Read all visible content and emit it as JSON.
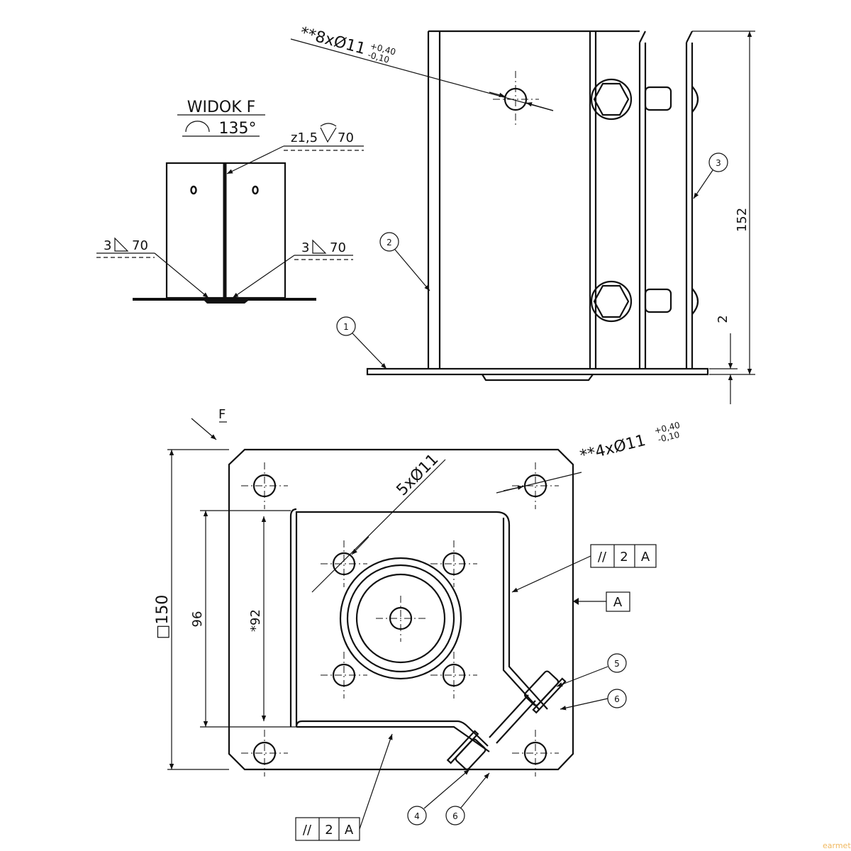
{
  "view_title": "WIDOK F",
  "view_rotation": "135°",
  "weld_top": "z1,5",
  "weld_top_length": "70",
  "weld_left": {
    "size": "3",
    "length": "70"
  },
  "weld_right": {
    "size": "3",
    "length": "70"
  },
  "holes_front": {
    "label": "**8xØ11",
    "tol_upper": "+0,40",
    "tol_lower": "-0,10"
  },
  "holes_plate": {
    "label": "**4xØ11",
    "tol_upper": "+0,40",
    "tol_lower": "-0,10"
  },
  "holes_center": "5xØ11",
  "dim_height": "152",
  "dim_plate_thickness": "2",
  "dim_plate_size": "□150",
  "dim_96": "96",
  "dim_92": "*92",
  "view_marker": "F",
  "balloons": [
    "1",
    "2",
    "3",
    "4",
    "5",
    "6",
    "6"
  ],
  "fcf_right": {
    "symbol": "//",
    "tolerance": "2",
    "datum": "A"
  },
  "fcf_bottom": {
    "symbol": "//",
    "tolerance": "2",
    "datum": "A"
  },
  "datum_label": "A",
  "watermark": "earmet"
}
